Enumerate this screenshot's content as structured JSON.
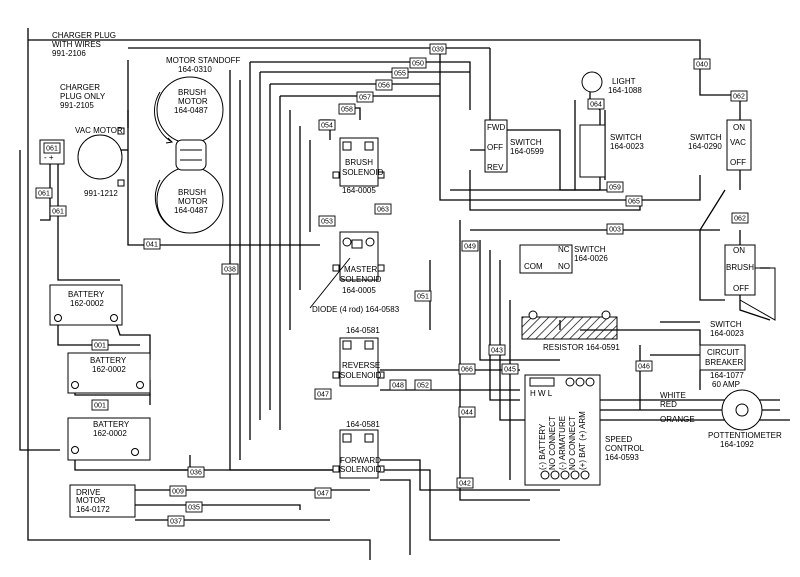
{
  "labels": {
    "charger_plug_with_wires": "CHARGER PLUG",
    "charger_plug_with_wires_2": "WITH WIRES",
    "charger_plug_with_wires_part": "991-2106",
    "charger_plug_only": "CHARGER",
    "charger_plug_only_2": "PLUG ONLY",
    "charger_plug_only_part": "991-2105",
    "vac_motor": "VAC MOTOR",
    "vac_motor_part": "991-1212",
    "motor_standoff": "MOTOR STANDOFF",
    "motor_standoff_part": "164-0310",
    "brush_motor": "BRUSH",
    "motor": "MOTOR",
    "motor_caps": "MOTOR",
    "brush_motor_part": "164-0487",
    "brush": "BRUSH",
    "solenoid": "SOLENOID",
    "solenoid_caps": "SOLENOID",
    "solenoid_part_0005": "164-0005",
    "solenoid_part_0581": "164-0581",
    "master": "MASTER",
    "reverse": "REVERSE",
    "forward": "FORWARD",
    "diode": "DIODE (4 rod) 164-0583",
    "fwd": "FWD",
    "off": "OFF",
    "rev": "REV",
    "on": "ON",
    "vac": "VAC",
    "switch": "SWITCH",
    "switch_part_0599": "164-0599",
    "switch_part_0023": "164-0023",
    "switch_part_0290": "164-0290",
    "switch_part_0026": "164-0026",
    "light": "LIGHT",
    "light_part": "164-1088",
    "nc": "NC",
    "no": "NO",
    "com": "COM",
    "resistor": "RESISTOR 164-0591",
    "circuit": "CIRCUIT",
    "breaker": "BREAKER",
    "breaker_part": "164-1077",
    "breaker_amp": "60 AMP",
    "hwl": "H W L",
    "pin_battery": "(-) BATTERY",
    "pin_no_connect": "NO CONNECT",
    "pin_armature": "(-) ARMATURE",
    "pin_bat_arm": "(+) BAT (+) ARM",
    "speed": "SPEED",
    "control": "CONTROL",
    "speed_part": "164-0593",
    "white": "WHITE",
    "red": "RED",
    "orange": "ORANGE",
    "pottentiometer": "POTTENTIOMETER",
    "pot_part": "164-1092",
    "battery": "BATTERY",
    "battery_part": "162-0002",
    "drive": "DRIVE",
    "drive_part": "164-0172"
  },
  "wire_tags": [
    "039",
    "040",
    "050",
    "055",
    "056",
    "057",
    "058",
    "054",
    "061",
    "061",
    "061",
    "064",
    "059",
    "065",
    "062",
    "062",
    "063",
    "053",
    "038",
    "041",
    "049",
    "003",
    "051",
    "043",
    "045",
    "066",
    "048",
    "052",
    "044",
    "047",
    "047",
    "046",
    "042",
    "036",
    "009",
    "035",
    "037",
    "001",
    "001"
  ]
}
